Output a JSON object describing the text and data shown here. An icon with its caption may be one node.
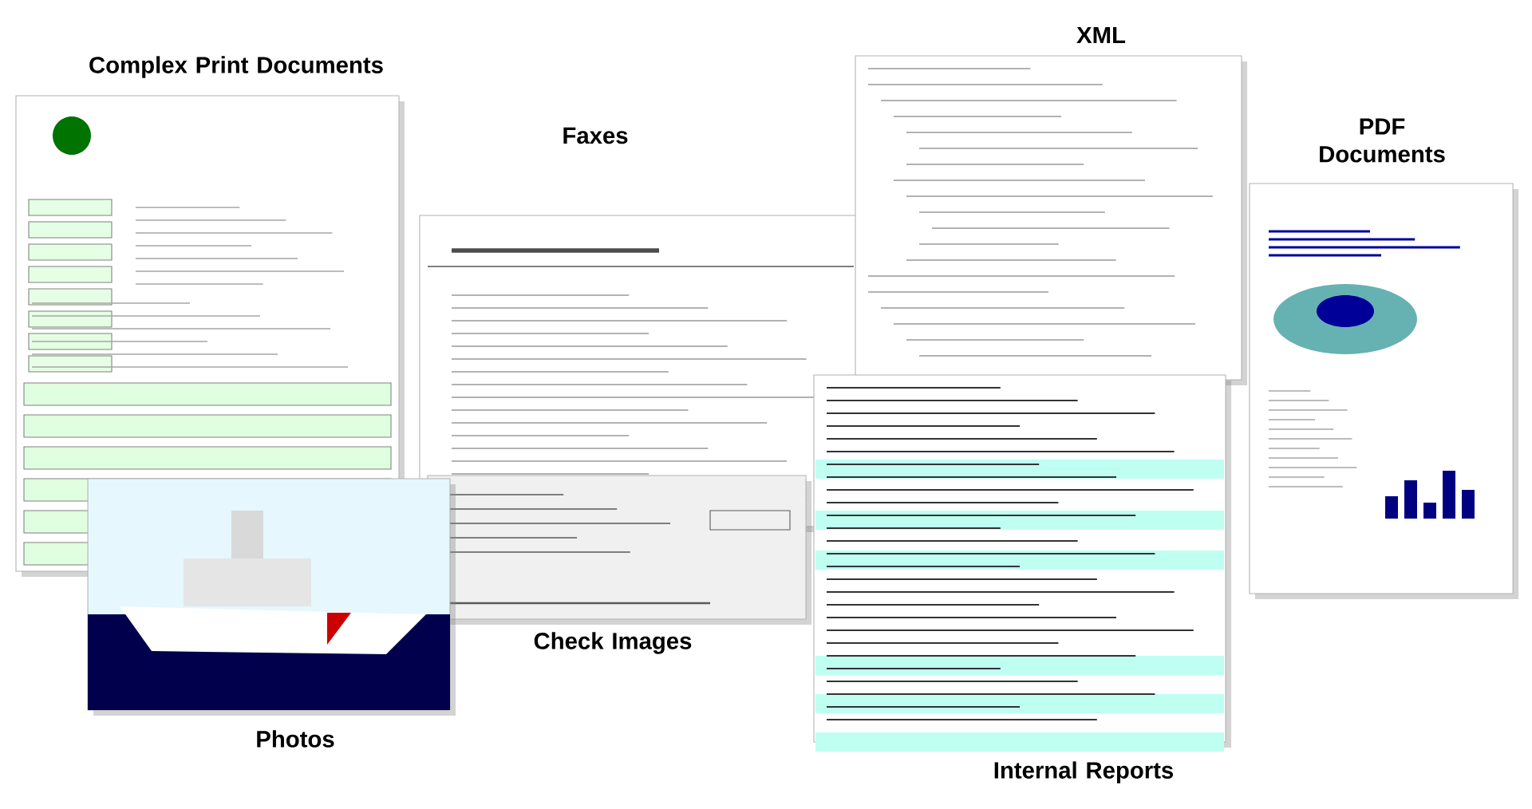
{
  "diagram": {
    "nodes": [
      {
        "text": [
          "Complex Print Documents"
        ]
      },
      {
        "text": [
          "Faxes"
        ]
      },
      {
        "text": [
          "XML"
        ]
      },
      {
        "text": [
          "PDF Documents"
        ]
      },
      {
        "text": [
          "Check Images"
        ]
      },
      {
        "text": [
          "Photos"
        ]
      },
      {
        "text": [
          "Internal Reports"
        ]
      }
    ]
  }
}
